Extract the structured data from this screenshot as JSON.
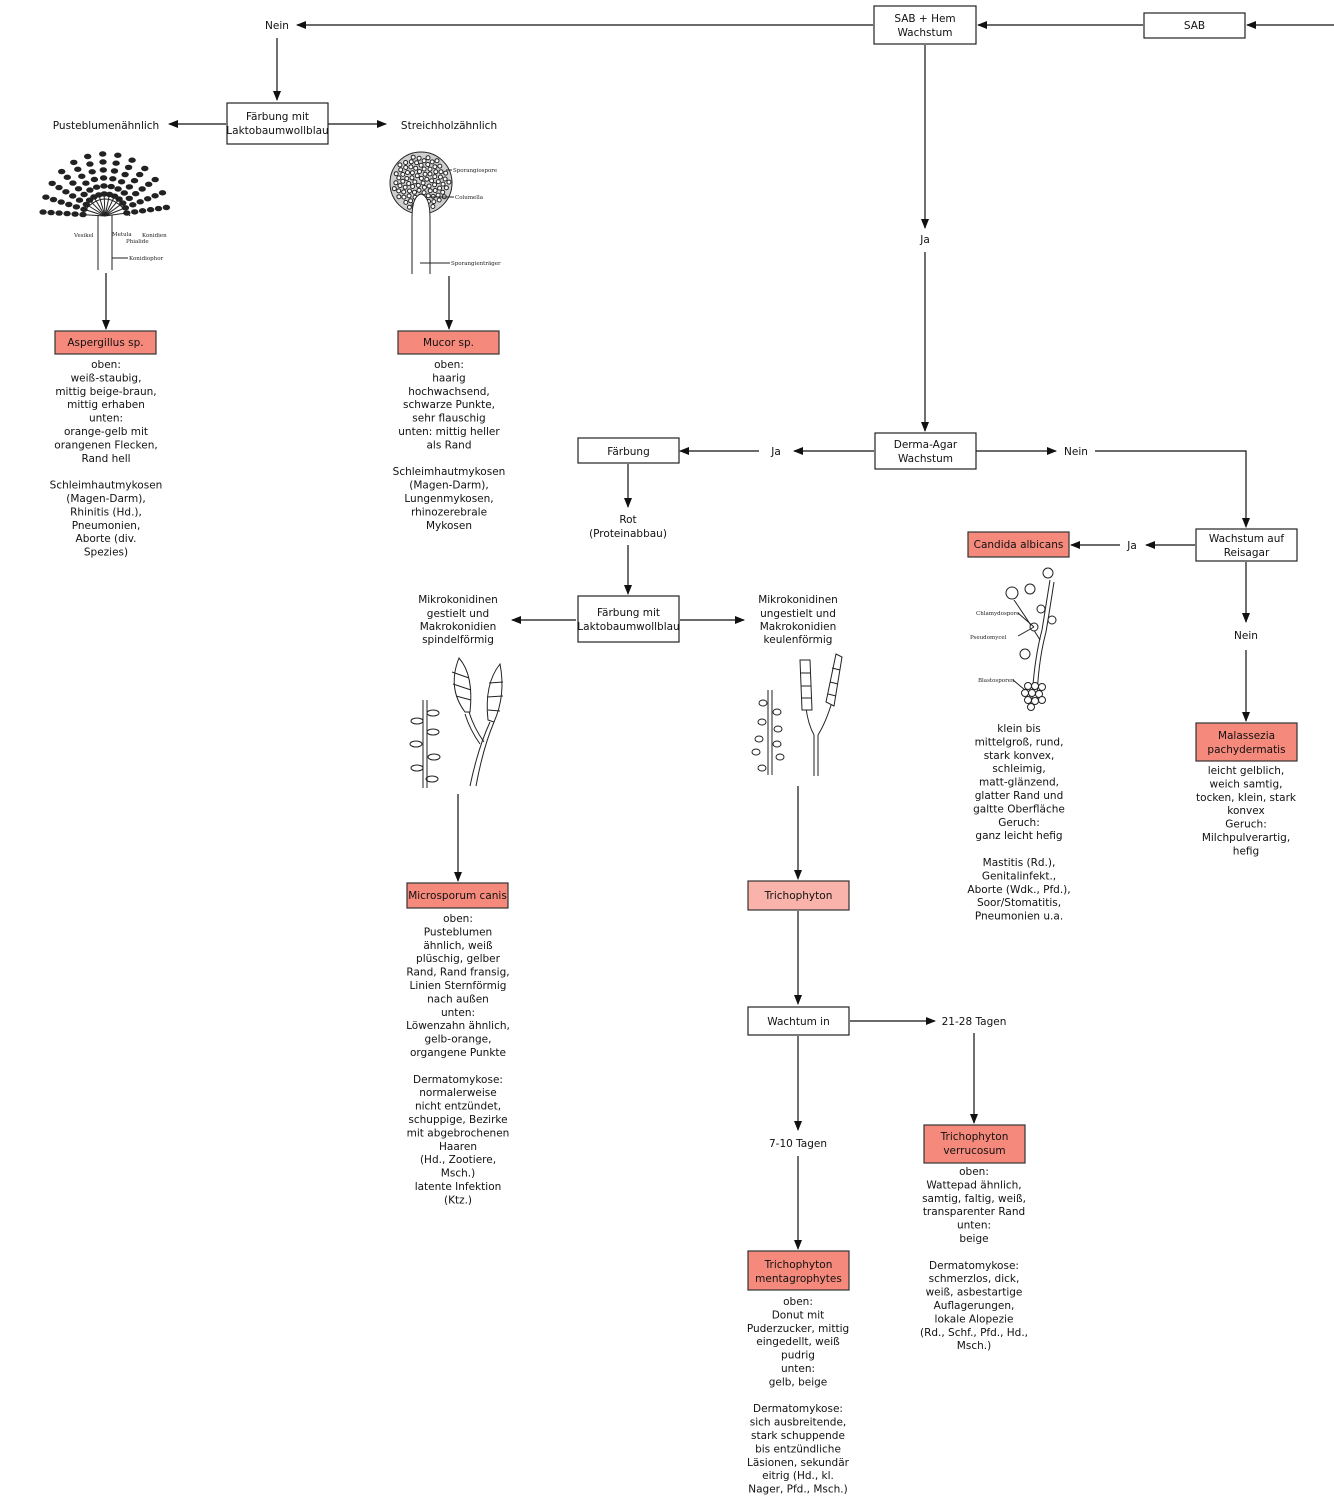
{
  "nodes": {
    "sab": "SAB",
    "sab_hem": [
      "SAB + Hem",
      "Wachstum"
    ],
    "nein_top": "Nein",
    "faerbung_lb1": [
      "Färbung mit",
      "Laktobaumwollblau"
    ],
    "pusteblume": "Pusteblumenähnlich",
    "streichholz": "Streichholzähnlich",
    "ja_top": "Ja",
    "derma": [
      "Derma-Agar",
      "Wachstum"
    ],
    "ja_derma": "Ja",
    "nein_derma": "Nein",
    "faerbung": "Färbung",
    "rot": [
      "Rot",
      "(Proteinabbau)"
    ],
    "faerbung_lb2": [
      "Färbung mit",
      "Laktobaumwollblau"
    ],
    "mikro_gestielt": [
      "Mikrokonidinen",
      "gestielt und",
      "Makrokonidien",
      "spindelförmig"
    ],
    "mikro_ungestielt": [
      "Mikrokonidinen",
      "ungestielt und",
      "Makrokonidien",
      "keulenförmig"
    ],
    "reis": [
      "Wachstum auf",
      "Reisagar"
    ],
    "ja_reis": "Ja",
    "nein_reis": "Nein",
    "wachtum_in": "Wachtum in",
    "tage_21": "21-28 Tagen",
    "tage_7": "7-10 Tagen"
  },
  "organisms": {
    "aspergillus": {
      "name": "Aspergillus sp.",
      "description": [
        "oben:",
        "weiß-staubig,",
        "mittig beige-braun,",
        "mittig erhaben",
        "unten:",
        "orange-gelb mit",
        "orangenen Flecken,",
        "Rand hell",
        "",
        "Schleimhautmykosen",
        "(Magen-Darm),",
        "Rhinitis (Hd.),",
        "Pneumonien,",
        "Aborte (div.",
        "Spezies)"
      ]
    },
    "mucor": {
      "name": "Mucor sp.",
      "description": [
        "oben:",
        "haarig",
        "hochwachsend,",
        "schwarze Punkte,",
        "sehr flauschig",
        "unten: mittig heller",
        "als Rand",
        "",
        "Schleimhautmykosen",
        "(Magen-Darm),",
        "Lungenmykosen,",
        "rhinozerebrale",
        "Mykosen"
      ]
    },
    "candida": {
      "name": "Candida albicans",
      "description": [
        "klein bis",
        "mittelgroß, rund,",
        "stark konvex,",
        "schleimig,",
        "matt-glänzend,",
        "glatter Rand und",
        "galtte Oberfläche",
        "Geruch:",
        "ganz leicht hefig",
        "",
        "Mastitis (Rd.),",
        "Genitalinfekt.,",
        "Aborte (Wdk., Pfd.),",
        "Soor/Stomatitis,",
        "Pneumonien u.a."
      ]
    },
    "malassezia": {
      "name": [
        "Malassezia",
        "pachydermatis"
      ],
      "description": [
        "leicht gelblich,",
        "weich samtig,",
        "tocken, klein, stark",
        "konvex",
        "Geruch:",
        "Milchpulverartig,",
        "hefig"
      ]
    },
    "microsporum": {
      "name": "Microsporum canis",
      "description": [
        "oben:",
        "Pusteblumen",
        "ähnlich, weiß",
        "plüschig, gelber",
        "Rand, Rand fransig,",
        "Linien Sternförmig",
        "nach außen",
        "unten:",
        "Löwenzahn ähnlich,",
        "gelb-orange,",
        "organgene Punkte",
        "",
        "Dermatomykose:",
        "normalerweise",
        "nicht entzündet,",
        "schuppige, Bezirke",
        "mit abgebrochenen",
        "Haaren",
        "(Hd., Zootiere,",
        "Msch.)",
        "latente Infektion",
        "(Ktz.)"
      ]
    },
    "trichophyton": {
      "name": "Trichophyton"
    },
    "verrucosum": {
      "name": [
        "Trichophyton",
        "verrucosum"
      ],
      "description": [
        "oben:",
        "Wattepad ähnlich,",
        "samtig, faltig, weiß,",
        "transparenter Rand",
        "unten:",
        "beige",
        "",
        "Dermatomykose:",
        "schmerzlos, dick,",
        "weiß, asbestartige",
        "Auflagerungen,",
        "lokale Alopezie",
        "(Rd., Schf., Pfd., Hd.,",
        "Msch.)"
      ]
    },
    "mentagrophytes": {
      "name": [
        "Trichophyton",
        "mentagrophytes"
      ],
      "description": [
        "oben:",
        "Donut mit",
        "Puderzucker, mittig",
        "eingedellt, weiß",
        "pudrig",
        "unten:",
        "gelb, beige",
        "",
        "Dermatomykose:",
        "sich ausbreitende,",
        "stark schuppende",
        "bis entzündliche",
        "Läsionen, sekundär",
        "eitrig (Hd., kl.",
        "Nager, Pfd., Msch.)"
      ]
    }
  },
  "illustration_labels": {
    "aspergillus": [
      "Vesikel",
      "Metula",
      "Phialide",
      "Konidien",
      "Konidiophor"
    ],
    "mucor": [
      "Sporangiospore",
      "Columella",
      "Sporangienträger"
    ],
    "candida": [
      "Chlamydospore",
      "Pseudomycel",
      "Blastosporen"
    ]
  },
  "colors": {
    "organism_box": "#f58a7c",
    "trichophyton_box": "#f9b3aa",
    "decision_box": "#ffffff"
  }
}
